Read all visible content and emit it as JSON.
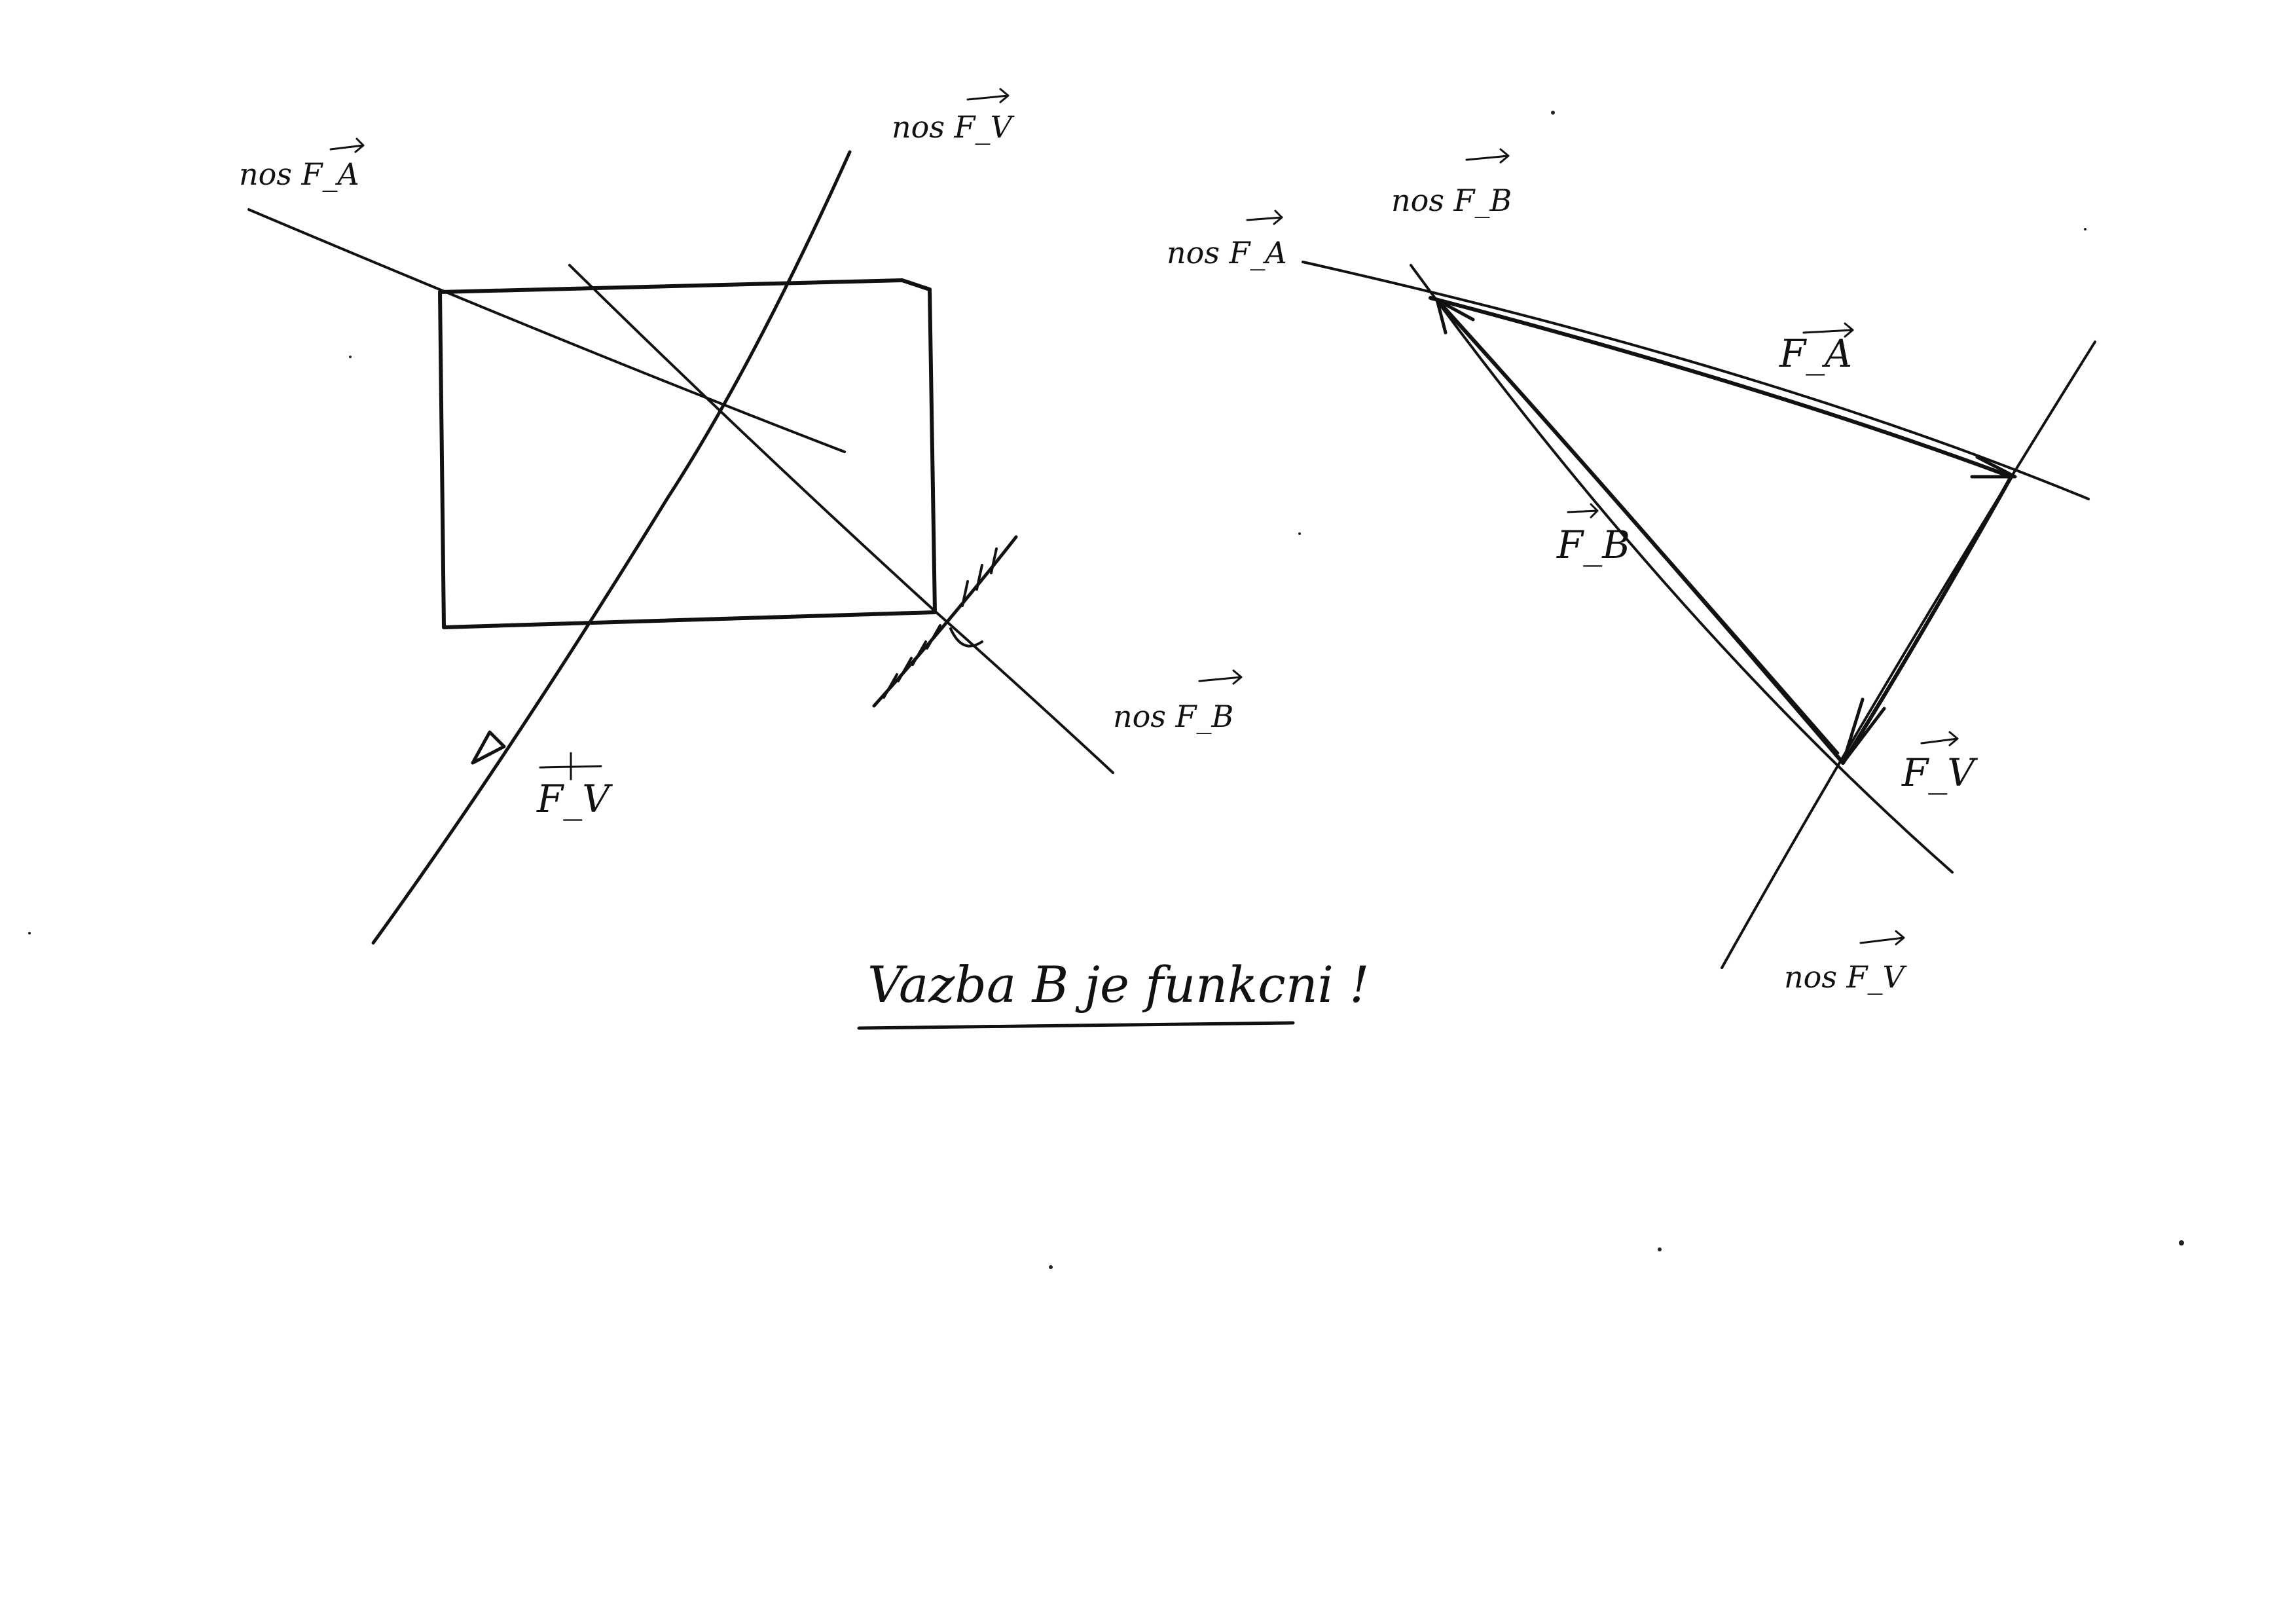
{
  "left_figure": {
    "label_line_fa": "nos F_A",
    "label_line_fv": "nos F_V",
    "label_line_fb": "nos F_B",
    "label_force_fv": "F_V"
  },
  "right_figure": {
    "label_line_fb": "nos F_B",
    "label_line_fa": "nos F_A",
    "label_force_fa": "F_A",
    "label_force_fb": "F_B",
    "label_force_fv": "F_V",
    "label_line_fv": "nos F_V"
  },
  "caption": "Vazba B je funkcni !"
}
